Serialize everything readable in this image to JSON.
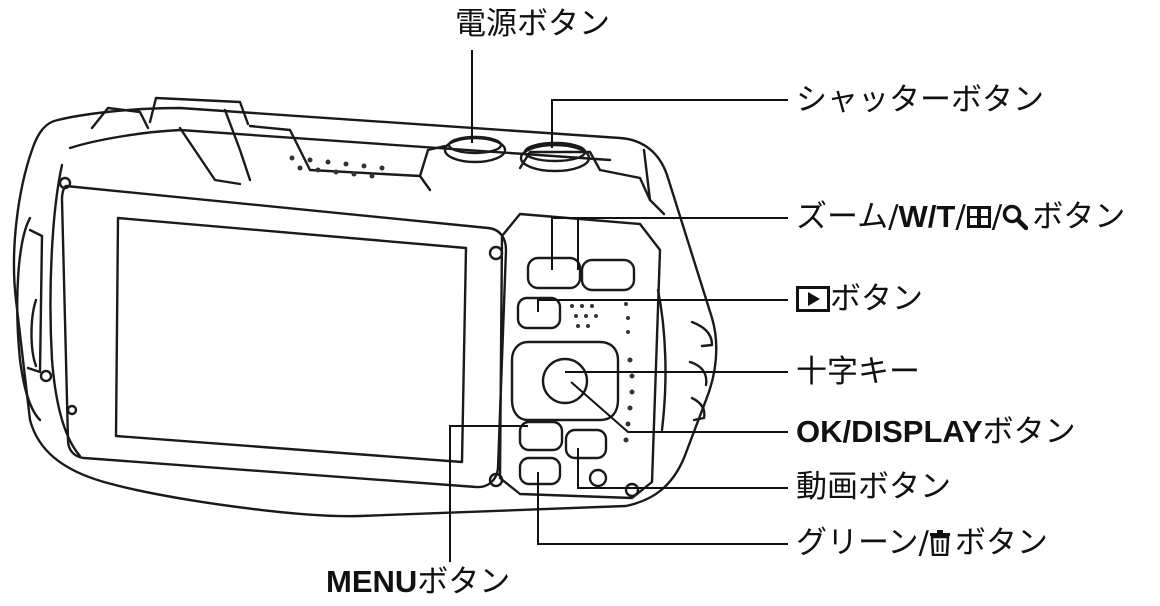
{
  "labels": {
    "power": "電源ボタン",
    "shutter": "シャッターボタン",
    "zoom_prefix": "ズーム/",
    "zoom_wt": "W/T",
    "zoom_suffix": "ボタン",
    "play_suffix": "ボタン",
    "dpad": "十字キー",
    "ok_prefix": "OK/DISPLAY",
    "ok_suffix": "ボタン",
    "movie": "動画ボタン",
    "green_prefix": "グリーン/",
    "green_suffix": "ボタン",
    "menu_prefix": "MENU",
    "menu_suffix": "ボタン"
  },
  "icons": {
    "thumbnail": "thumbnail-grid-icon",
    "magnify": "magnify-icon",
    "playback": "playback-icon",
    "trash": "trash-icon"
  }
}
